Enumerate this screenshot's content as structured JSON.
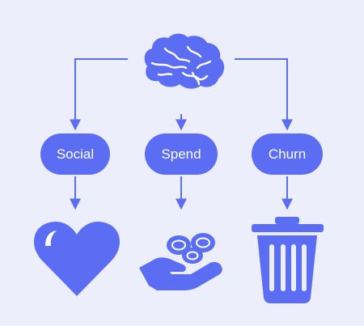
{
  "diagram": {
    "colors": {
      "background": "#eceefb",
      "accent": "#5b6df2",
      "highlight": "#ffffff"
    },
    "root": {
      "icon": "brain-icon"
    },
    "nodes": [
      {
        "id": "social",
        "label": "Social",
        "icon": "heart-icon"
      },
      {
        "id": "spend",
        "label": "Spend",
        "icon": "hand-coins-icon"
      },
      {
        "id": "churn",
        "label": "Churn",
        "icon": "trash-can-icon"
      }
    ]
  }
}
